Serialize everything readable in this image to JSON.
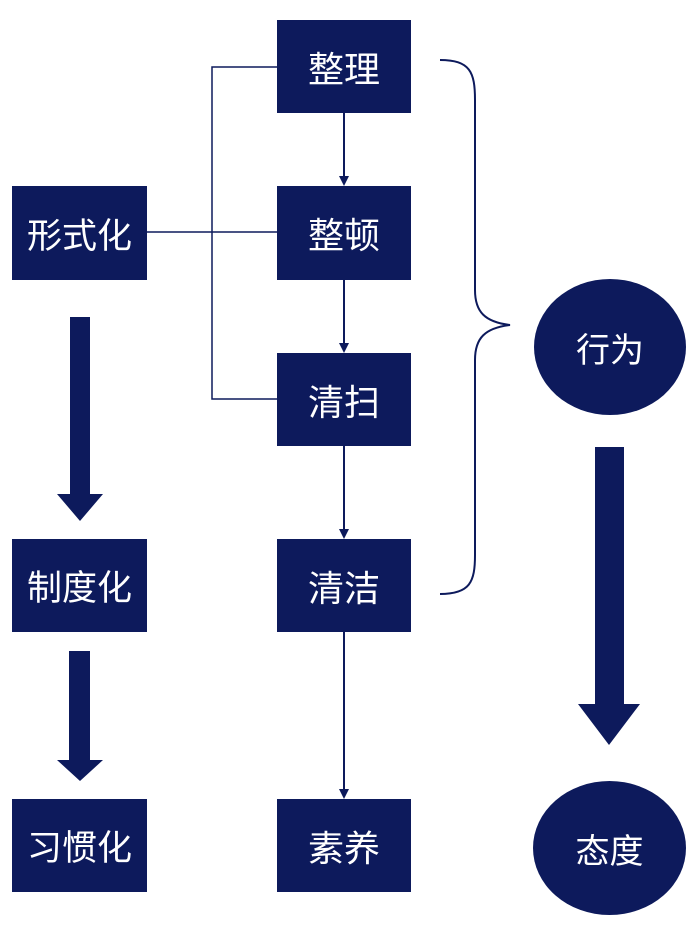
{
  "colors": {
    "fill": "#0d1a5c",
    "text": "#ffffff",
    "connector": "#0d1a5c",
    "background": "#ffffff"
  },
  "nodes": {
    "seiri": "整理",
    "seiton": "整顿",
    "seiso": "清扫",
    "seiketsu": "清洁",
    "shitsuke": "素养",
    "formalization": "形式化",
    "institutionalization": "制度化",
    "habituation": "习惯化",
    "behavior": "行为",
    "attitude": "态度"
  }
}
